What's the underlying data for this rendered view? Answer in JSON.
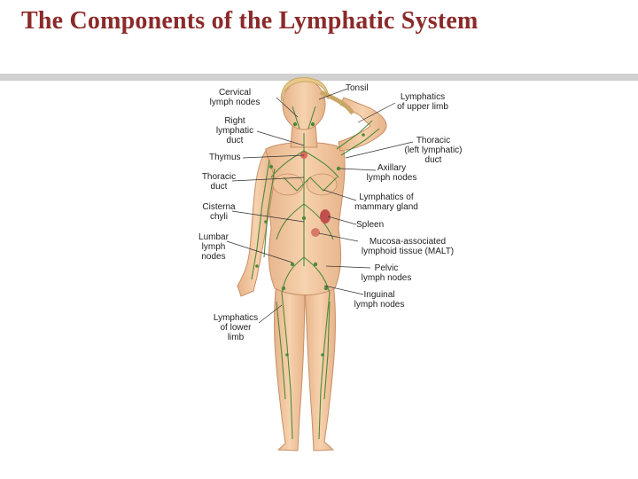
{
  "title": "The Components of the Lymphatic System",
  "labels": {
    "cervical": "Cervical\nlymph nodes",
    "right_duct": "Right\nlymphatic\nduct",
    "thymus": "Thymus",
    "thoracic_duct": "Thoracic\nduct",
    "cisterna": "Cisterna\nchyli",
    "lumbar": "Lumbar\nlymph\nnodes",
    "lower_limb": "Lymphatics\nof lower\nlimb",
    "tonsil": "Tonsil",
    "upper_limb": "Lymphatics\nof upper limb",
    "thoracic_left": "Thoracic\n(left lymphatic)\nduct",
    "axillary": "Axillary\nlymph nodes",
    "mammary": "Lymphatics of\nmammary gland",
    "spleen": "Spleen",
    "malt": "Mucosa-associated\nlymphoid tissue (MALT)",
    "pelvic": "Pelvic\nlymph nodes",
    "inguinal": "Inguinal\nlymph nodes"
  },
  "colors": {
    "title": "#8b2a2a",
    "skin": "#f2c9a0",
    "skin_shade": "#e0a87c",
    "hair": "#e8c98a",
    "lymph": "#4f8a3a",
    "spleen": "#c0504d"
  }
}
